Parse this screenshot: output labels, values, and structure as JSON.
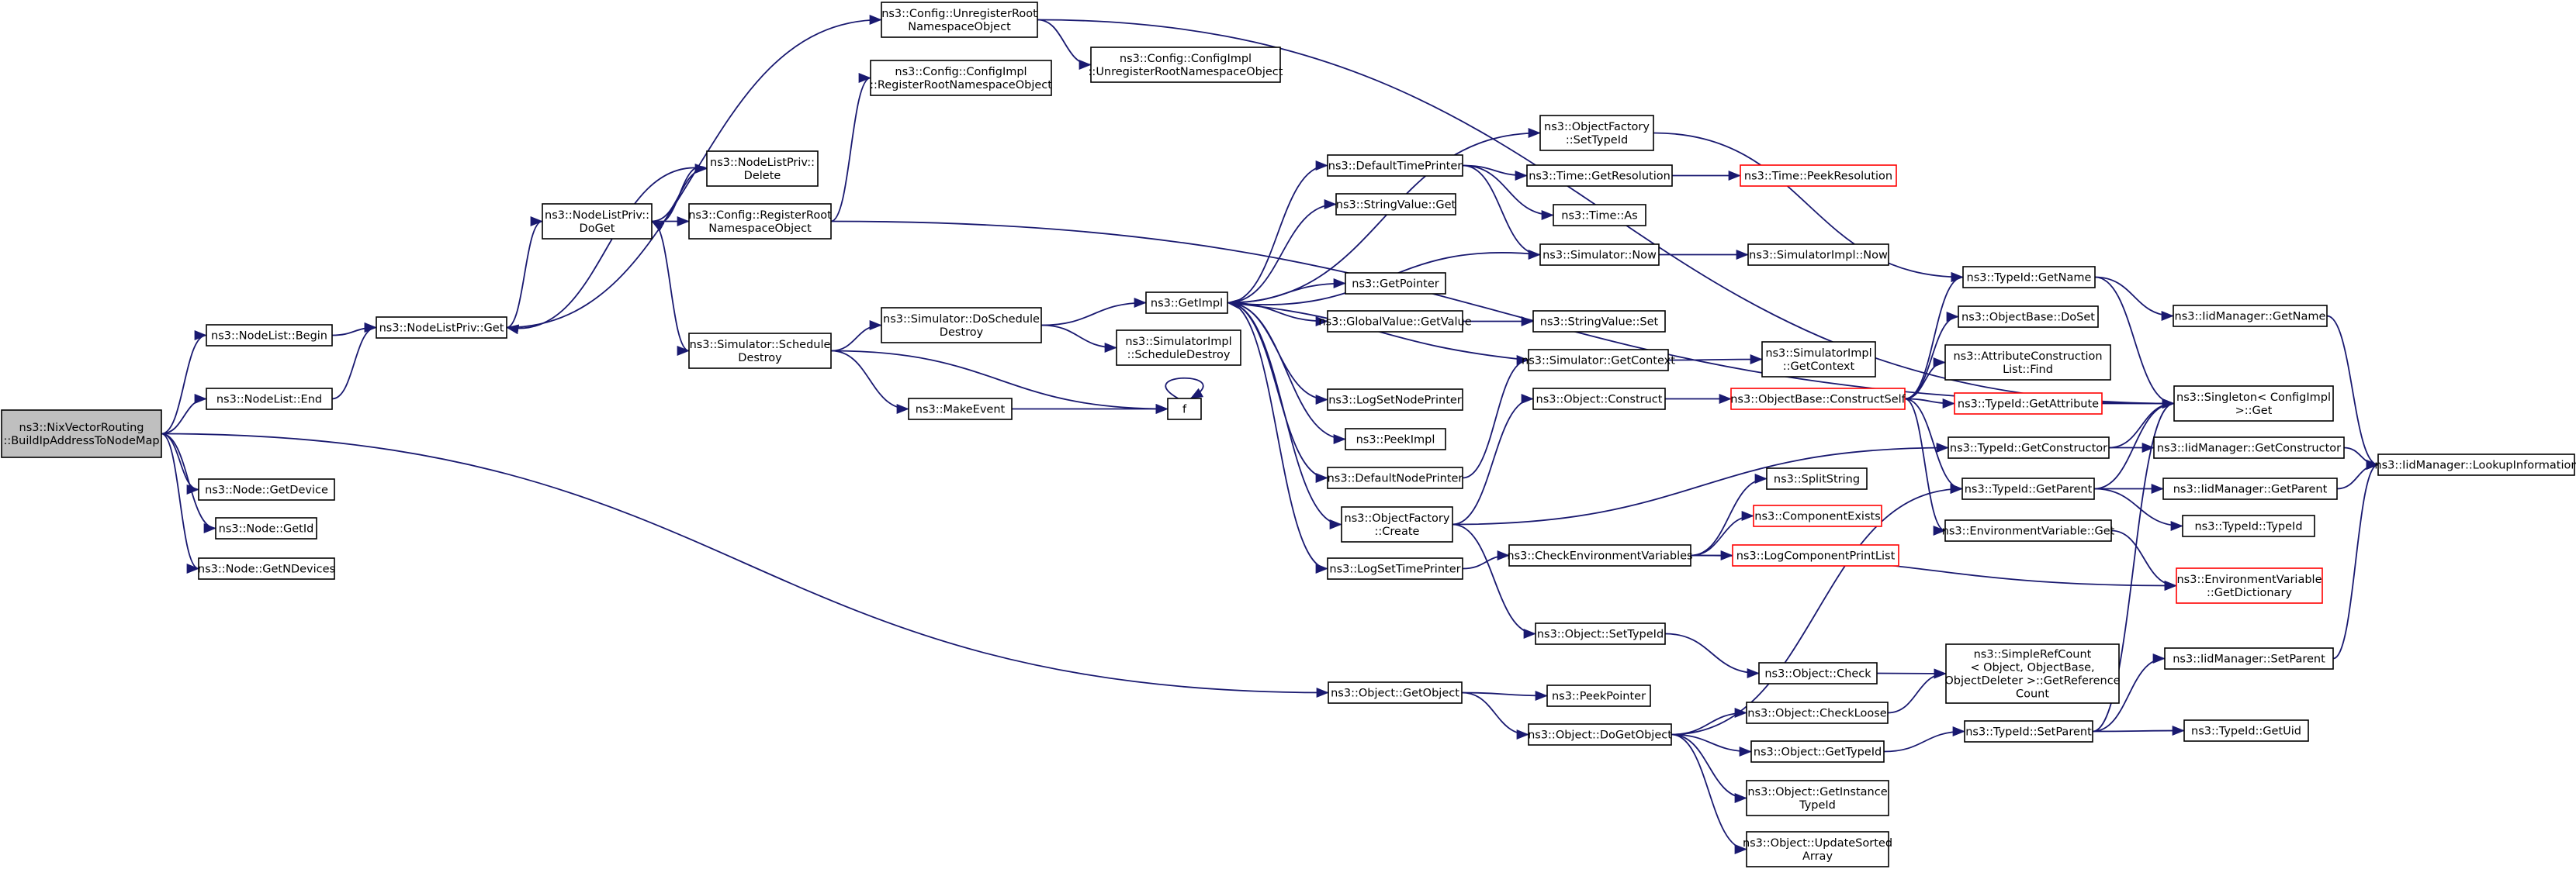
{
  "nodes": [
    {
      "id": "root",
      "lines": [
        "ns3::NixVectorRouting",
        "::BuildIpAddressToNodeMap"
      ],
      "style": "root"
    },
    {
      "id": "nl_begin",
      "lines": [
        "ns3::NodeList::Begin"
      ]
    },
    {
      "id": "nl_end",
      "lines": [
        "ns3::NodeList::End"
      ]
    },
    {
      "id": "node_getdevice",
      "lines": [
        "ns3::Node::GetDevice"
      ]
    },
    {
      "id": "node_getid",
      "lines": [
        "ns3::Node::GetId"
      ]
    },
    {
      "id": "node_getndevices",
      "lines": [
        "ns3::Node::GetNDevices"
      ]
    },
    {
      "id": "nlp_get",
      "lines": [
        "ns3::NodeListPriv::Get"
      ]
    },
    {
      "id": "nlp_doget",
      "lines": [
        "ns3::NodeListPriv::",
        "DoGet"
      ]
    },
    {
      "id": "nlp_delete",
      "lines": [
        "ns3::NodeListPriv::",
        "Delete"
      ]
    },
    {
      "id": "cfg_unreg",
      "lines": [
        "ns3::Config::UnregisterRoot",
        "NamespaceObject"
      ]
    },
    {
      "id": "cfgimpl_reg",
      "lines": [
        "ns3::Config::ConfigImpl",
        "::RegisterRootNamespaceObject"
      ]
    },
    {
      "id": "cfgimpl_unreg",
      "lines": [
        "ns3::Config::ConfigImpl",
        "::UnregisterRootNamespaceObject"
      ]
    },
    {
      "id": "cfg_reg",
      "lines": [
        "ns3::Config::RegisterRoot",
        "NamespaceObject"
      ]
    },
    {
      "id": "sim_schedule_destroy",
      "lines": [
        "ns3::Simulator::Schedule",
        "Destroy"
      ]
    },
    {
      "id": "sim_doschedule_destroy",
      "lines": [
        "ns3::Simulator::DoSchedule",
        "Destroy"
      ]
    },
    {
      "id": "simimpl_schedule_destroy",
      "lines": [
        "ns3::SimulatorImpl",
        "::ScheduleDestroy"
      ]
    },
    {
      "id": "makeevent",
      "lines": [
        "ns3::MakeEvent"
      ]
    },
    {
      "id": "f",
      "lines": [
        "f"
      ]
    },
    {
      "id": "getimpl",
      "lines": [
        "ns3::GetImpl"
      ]
    },
    {
      "id": "default_time_printer",
      "lines": [
        "ns3::DefaultTimePrinter"
      ]
    },
    {
      "id": "stringvalue_get",
      "lines": [
        "ns3::StringValue::Get"
      ]
    },
    {
      "id": "getpointer",
      "lines": [
        "ns3::GetPointer"
      ]
    },
    {
      "id": "globalvalue_getvalue",
      "lines": [
        "ns3::GlobalValue::GetValue"
      ]
    },
    {
      "id": "logsetnodeprinter",
      "lines": [
        "ns3::LogSetNodePrinter"
      ]
    },
    {
      "id": "peekimpl",
      "lines": [
        "ns3::PeekImpl"
      ]
    },
    {
      "id": "default_node_printer",
      "lines": [
        "ns3::DefaultNodePrinter"
      ]
    },
    {
      "id": "objectfactory_create",
      "lines": [
        "ns3::ObjectFactory",
        "::Create"
      ]
    },
    {
      "id": "logsettimeprinter",
      "lines": [
        "ns3::LogSetTimePrinter"
      ]
    },
    {
      "id": "objectfactory_settypeid",
      "lines": [
        "ns3::ObjectFactory",
        "::SetTypeId"
      ]
    },
    {
      "id": "time_getresolution",
      "lines": [
        "ns3::Time::GetResolution"
      ]
    },
    {
      "id": "time_peekresolution",
      "lines": [
        "ns3::Time::PeekResolution"
      ],
      "style": "trunc"
    },
    {
      "id": "time_as",
      "lines": [
        "ns3::Time::As"
      ]
    },
    {
      "id": "simulator_now",
      "lines": [
        "ns3::Simulator::Now"
      ]
    },
    {
      "id": "simimpl_now",
      "lines": [
        "ns3::SimulatorImpl::Now"
      ]
    },
    {
      "id": "stringvalue_set",
      "lines": [
        "ns3::StringValue::Set"
      ]
    },
    {
      "id": "simulator_getcontext",
      "lines": [
        "ns3::Simulator::GetContext"
      ]
    },
    {
      "id": "simimpl_getcontext",
      "lines": [
        "ns3::SimulatorImpl",
        "::GetContext"
      ]
    },
    {
      "id": "object_construct",
      "lines": [
        "ns3::Object::Construct"
      ]
    },
    {
      "id": "objectbase_constructself",
      "lines": [
        "ns3::ObjectBase::ConstructSelf"
      ],
      "style": "trunc"
    },
    {
      "id": "check_env_vars",
      "lines": [
        "ns3::CheckEnvironmentVariables"
      ]
    },
    {
      "id": "splitstring",
      "lines": [
        "ns3::SplitString"
      ]
    },
    {
      "id": "component_exists",
      "lines": [
        "ns3::ComponentExists"
      ],
      "style": "trunc"
    },
    {
      "id": "log_component_printlist",
      "lines": [
        "ns3::LogComponentPrintList"
      ],
      "style": "trunc"
    },
    {
      "id": "object_settypeid",
      "lines": [
        "ns3::Object::SetTypeId"
      ]
    },
    {
      "id": "object_check",
      "lines": [
        "ns3::Object::Check"
      ]
    },
    {
      "id": "simplerefcount",
      "lines": [
        "ns3::SimpleRefCount",
        "< Object, ObjectBase,",
        "ObjectDeleter >::GetReference",
        "Count"
      ]
    },
    {
      "id": "object_getobject",
      "lines": [
        "ns3::Object::GetObject"
      ]
    },
    {
      "id": "peekpointer",
      "lines": [
        "ns3::PeekPointer"
      ]
    },
    {
      "id": "object_dogetobject",
      "lines": [
        "ns3::Object::DoGetObject"
      ]
    },
    {
      "id": "object_checkloose",
      "lines": [
        "ns3::Object::CheckLoose"
      ]
    },
    {
      "id": "object_gettypeid",
      "lines": [
        "ns3::Object::GetTypeId"
      ]
    },
    {
      "id": "object_getinstancetypeid",
      "lines": [
        "ns3::Object::GetInstance",
        "TypeId"
      ]
    },
    {
      "id": "object_updatesortedarray",
      "lines": [
        "ns3::Object::UpdateSorted",
        "Array"
      ]
    },
    {
      "id": "typeid_getname",
      "lines": [
        "ns3::TypeId::GetName"
      ]
    },
    {
      "id": "objectbase_doset",
      "lines": [
        "ns3::ObjectBase::DoSet"
      ]
    },
    {
      "id": "attr_construction_list_find",
      "lines": [
        "ns3::AttributeConstruction",
        "List::Find"
      ]
    },
    {
      "id": "typeid_getattribute",
      "lines": [
        "ns3::TypeId::GetAttribute"
      ],
      "style": "trunc"
    },
    {
      "id": "typeid_getconstructor",
      "lines": [
        "ns3::TypeId::GetConstructor"
      ]
    },
    {
      "id": "typeid_getparent",
      "lines": [
        "ns3::TypeId::GetParent"
      ]
    },
    {
      "id": "env_var_get",
      "lines": [
        "ns3::EnvironmentVariable::Get"
      ]
    },
    {
      "id": "typeid_setparent",
      "lines": [
        "ns3::TypeId::SetParent"
      ]
    },
    {
      "id": "iidmgr_getname",
      "lines": [
        "ns3::IidManager::GetName"
      ]
    },
    {
      "id": "singleton_get",
      "lines": [
        "ns3::Singleton< ConfigImpl",
        ">::Get"
      ]
    },
    {
      "id": "iidmgr_getconstructor",
      "lines": [
        "ns3::IidManager::GetConstructor"
      ]
    },
    {
      "id": "iidmgr_getparent",
      "lines": [
        "ns3::IidManager::GetParent"
      ]
    },
    {
      "id": "typeid_typeid",
      "lines": [
        "ns3::TypeId::TypeId"
      ]
    },
    {
      "id": "env_var_getdictionary",
      "lines": [
        "ns3::EnvironmentVariable",
        "::GetDictionary"
      ],
      "style": "trunc"
    },
    {
      "id": "iidmgr_setparent",
      "lines": [
        "ns3::IidManager::SetParent"
      ]
    },
    {
      "id": "typeid_getuid",
      "lines": [
        "ns3::TypeId::GetUid"
      ]
    },
    {
      "id": "iidmgr_lookupinformation",
      "lines": [
        "ns3::IidManager::LookupInformation"
      ]
    }
  ],
  "edges": [
    [
      "root",
      "nl_begin"
    ],
    [
      "root",
      "nl_end"
    ],
    [
      "root",
      "node_getdevice"
    ],
    [
      "root",
      "node_getid"
    ],
    [
      "root",
      "node_getndevices"
    ],
    [
      "root",
      "object_getobject"
    ],
    [
      "nl_begin",
      "nlp_get"
    ],
    [
      "nl_end",
      "nlp_get"
    ],
    [
      "nlp_get",
      "nlp_doget"
    ],
    [
      "nlp_get",
      "cfg_unreg"
    ],
    [
      "nlp_doget",
      "nlp_delete"
    ],
    [
      "nlp_doget",
      "cfg_reg"
    ],
    [
      "nlp_doget",
      "sim_schedule_destroy"
    ],
    [
      "nlp_delete",
      "nlp_get"
    ],
    [
      "nlp_delete",
      "nlp_doget"
    ],
    [
      "cfg_unreg",
      "cfgimpl_unreg"
    ],
    [
      "cfg_unreg",
      "singleton_get"
    ],
    [
      "cfg_reg",
      "cfgimpl_reg"
    ],
    [
      "cfg_reg",
      "singleton_get"
    ],
    [
      "sim_schedule_destroy",
      "sim_doschedule_destroy"
    ],
    [
      "sim_schedule_destroy",
      "makeevent"
    ],
    [
      "sim_schedule_destroy",
      "f"
    ],
    [
      "sim_doschedule_destroy",
      "getimpl"
    ],
    [
      "sim_doschedule_destroy",
      "simimpl_schedule_destroy"
    ],
    [
      "makeevent",
      "f"
    ],
    [
      "f",
      "f"
    ],
    [
      "getimpl",
      "default_time_printer"
    ],
    [
      "getimpl",
      "stringvalue_get"
    ],
    [
      "getimpl",
      "getpointer"
    ],
    [
      "getimpl",
      "globalvalue_getvalue"
    ],
    [
      "getimpl",
      "logsetnodeprinter"
    ],
    [
      "getimpl",
      "peekimpl"
    ],
    [
      "getimpl",
      "default_node_printer"
    ],
    [
      "getimpl",
      "objectfactory_create"
    ],
    [
      "getimpl",
      "logsettimeprinter"
    ],
    [
      "getimpl",
      "objectfactory_settypeid"
    ],
    [
      "simulator_now",
      "getimpl"
    ],
    [
      "simulator_getcontext",
      "getimpl"
    ],
    [
      "default_time_printer",
      "time_getresolution"
    ],
    [
      "default_time_printer",
      "time_as"
    ],
    [
      "default_time_printer",
      "simulator_now"
    ],
    [
      "time_getresolution",
      "time_peekresolution"
    ],
    [
      "simulator_now",
      "simimpl_now"
    ],
    [
      "globalvalue_getvalue",
      "stringvalue_set"
    ],
    [
      "default_node_printer",
      "simulator_getcontext"
    ],
    [
      "simulator_getcontext",
      "simimpl_getcontext"
    ],
    [
      "objectfactory_settypeid",
      "typeid_getname"
    ],
    [
      "objectfactory_create",
      "object_construct"
    ],
    [
      "objectfactory_create",
      "object_settypeid"
    ],
    [
      "objectfactory_create",
      "typeid_getconstructor"
    ],
    [
      "logsettimeprinter",
      "check_env_vars"
    ],
    [
      "object_construct",
      "objectbase_constructself"
    ],
    [
      "objectbase_constructself",
      "typeid_getname"
    ],
    [
      "objectbase_constructself",
      "objectbase_doset"
    ],
    [
      "objectbase_constructself",
      "attr_construction_list_find"
    ],
    [
      "objectbase_constructself",
      "typeid_getattribute"
    ],
    [
      "objectbase_constructself",
      "typeid_getparent"
    ],
    [
      "objectbase_constructself",
      "env_var_get"
    ],
    [
      "check_env_vars",
      "splitstring"
    ],
    [
      "check_env_vars",
      "component_exists"
    ],
    [
      "check_env_vars",
      "log_component_printlist"
    ],
    [
      "check_env_vars",
      "env_var_getdictionary"
    ],
    [
      "object_settypeid",
      "object_check"
    ],
    [
      "object_check",
      "simplerefcount"
    ],
    [
      "object_getobject",
      "peekpointer"
    ],
    [
      "object_getobject",
      "object_dogetobject"
    ],
    [
      "object_dogetobject",
      "object_checkloose"
    ],
    [
      "object_dogetobject",
      "object_gettypeid"
    ],
    [
      "object_dogetobject",
      "object_getinstancetypeid"
    ],
    [
      "object_dogetobject",
      "object_updatesortedarray"
    ],
    [
      "object_dogetobject",
      "typeid_getparent"
    ],
    [
      "object_checkloose",
      "simplerefcount"
    ],
    [
      "object_gettypeid",
      "typeid_setparent"
    ],
    [
      "typeid_getname",
      "iidmgr_getname"
    ],
    [
      "typeid_getname",
      "singleton_get"
    ],
    [
      "typeid_getattribute",
      "singleton_get"
    ],
    [
      "typeid_getconstructor",
      "iidmgr_getconstructor"
    ],
    [
      "typeid_getconstructor",
      "singleton_get"
    ],
    [
      "typeid_getparent",
      "iidmgr_getparent"
    ],
    [
      "typeid_getparent",
      "typeid_typeid"
    ],
    [
      "typeid_getparent",
      "singleton_get"
    ],
    [
      "env_var_get",
      "env_var_getdictionary"
    ],
    [
      "typeid_setparent",
      "iidmgr_setparent"
    ],
    [
      "typeid_setparent",
      "typeid_getuid"
    ],
    [
      "typeid_setparent",
      "singleton_get"
    ],
    [
      "iidmgr_getname",
      "iidmgr_lookupinformation"
    ],
    [
      "iidmgr_getconstructor",
      "iidmgr_lookupinformation"
    ],
    [
      "iidmgr_getparent",
      "iidmgr_lookupinformation"
    ],
    [
      "iidmgr_setparent",
      "iidmgr_lookupinformation"
    ]
  ],
  "colors": {
    "edge": "#191970",
    "node_border": "#000000",
    "root_fill": "#bfbfbf",
    "truncated_border": "#ff0000",
    "background": "#ffffff"
  }
}
